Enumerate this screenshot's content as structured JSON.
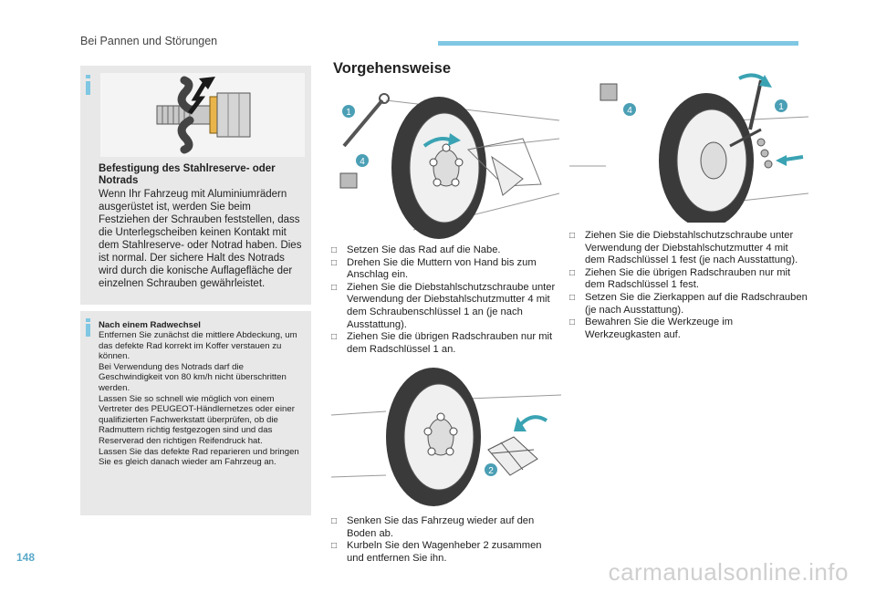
{
  "header": {
    "section_title": "Bei Pannen und Störungen"
  },
  "page_number": "148",
  "watermark": "carmanualsonline.info",
  "colors": {
    "accent": "#7fc7e3",
    "box_bg": "#e8e8e8",
    "callout": "#4b9fb5"
  },
  "info_box_1": {
    "title": "Befestigung des Stahlreserve- oder Notrads",
    "body": "Wenn Ihr Fahrzeug mit Aluminiumrädern ausgerüstet ist, werden Sie beim Festziehen der Schrauben feststellen, dass die Unterlegscheiben keinen Kontakt mit dem Stahlreserve- oder Notrad haben. Dies ist normal. Der sichere Halt des Notrads wird durch die konische Auflagefläche der einzelnen Schrauben gewährleistet."
  },
  "info_box_2": {
    "title": "Nach einem Radwechsel",
    "body": [
      "Entfernen Sie zunächst die mittlere Abdeckung, um das defekte Rad korrekt im Koffer verstauen zu können.",
      "Bei Verwendung des Notrads darf die Geschwindigkeit von 80 km/h nicht überschritten werden.",
      "Lassen Sie so schnell wie möglich von einem Vertreter des PEUGEOT-Händlernetzes oder einer qualifizierten Fachwerkstatt überprüfen, ob die Radmuttern richtig festgezogen sind und das Reserverad den richtigen Reifendruck hat.",
      "Lassen Sie das defekte Rad reparieren und bringen Sie es gleich danach wieder am Fahrzeug an."
    ]
  },
  "procedure": {
    "title": "Vorgehensweise",
    "callouts": {
      "wrench": "1",
      "jack": "2",
      "antitheft": "4"
    },
    "steps_a": [
      "Setzen Sie das Rad auf die Nabe.",
      "Drehen Sie die Muttern von Hand bis zum Anschlag ein.",
      "Ziehen Sie die Diebstahlschutzschraube unter Verwendung der Diebstahlschutzmutter 4 mit dem Schraubenschlüssel 1 an (je nach Ausstattung).",
      "Ziehen Sie die übrigen Radschrauben nur mit dem Radschlüssel 1 an."
    ],
    "steps_b": [
      "Senken Sie das Fahrzeug wieder auf den Boden ab.",
      "Kurbeln Sie den Wagenheber 2 zusammen und entfernen Sie ihn."
    ],
    "steps_c": [
      "Ziehen Sie die Diebstahlschutzschraube unter Verwendung der Diebstahlschutzmutter 4 mit dem Radschlüssel 1 fest (je nach Ausstattung).",
      "Ziehen Sie die übrigen Radschrauben nur mit dem Radschlüssel 1 fest.",
      "Setzen Sie die Zierkappen auf die Radschrauben (je nach Ausstattung).",
      "Bewahren Sie die Werkzeuge im Werkzeugkasten auf."
    ]
  }
}
